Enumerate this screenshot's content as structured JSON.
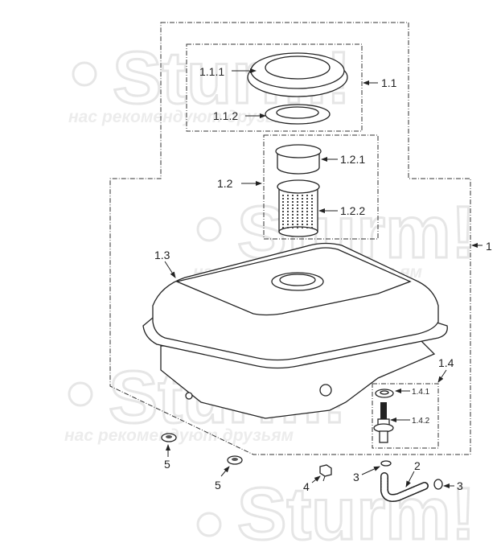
{
  "watermark": {
    "brand": "Sturm!",
    "slogan": "нас рекомендуют друзьям"
  },
  "labels": {
    "p1": "1",
    "p1_1": "1.1",
    "p1_1_1": "1.1.1",
    "p1_1_2": "1.1.2",
    "p1_2": "1.2",
    "p1_2_1": "1.2.1",
    "p1_2_2": "1.2.2",
    "p1_3": "1.3",
    "p1_4": "1.4",
    "p1_4_1": "1.4.1",
    "p1_4_2": "1.4.2",
    "p2": "2",
    "p3a": "3",
    "p3b": "3",
    "p4": "4",
    "p5a": "5",
    "p5b": "5"
  }
}
